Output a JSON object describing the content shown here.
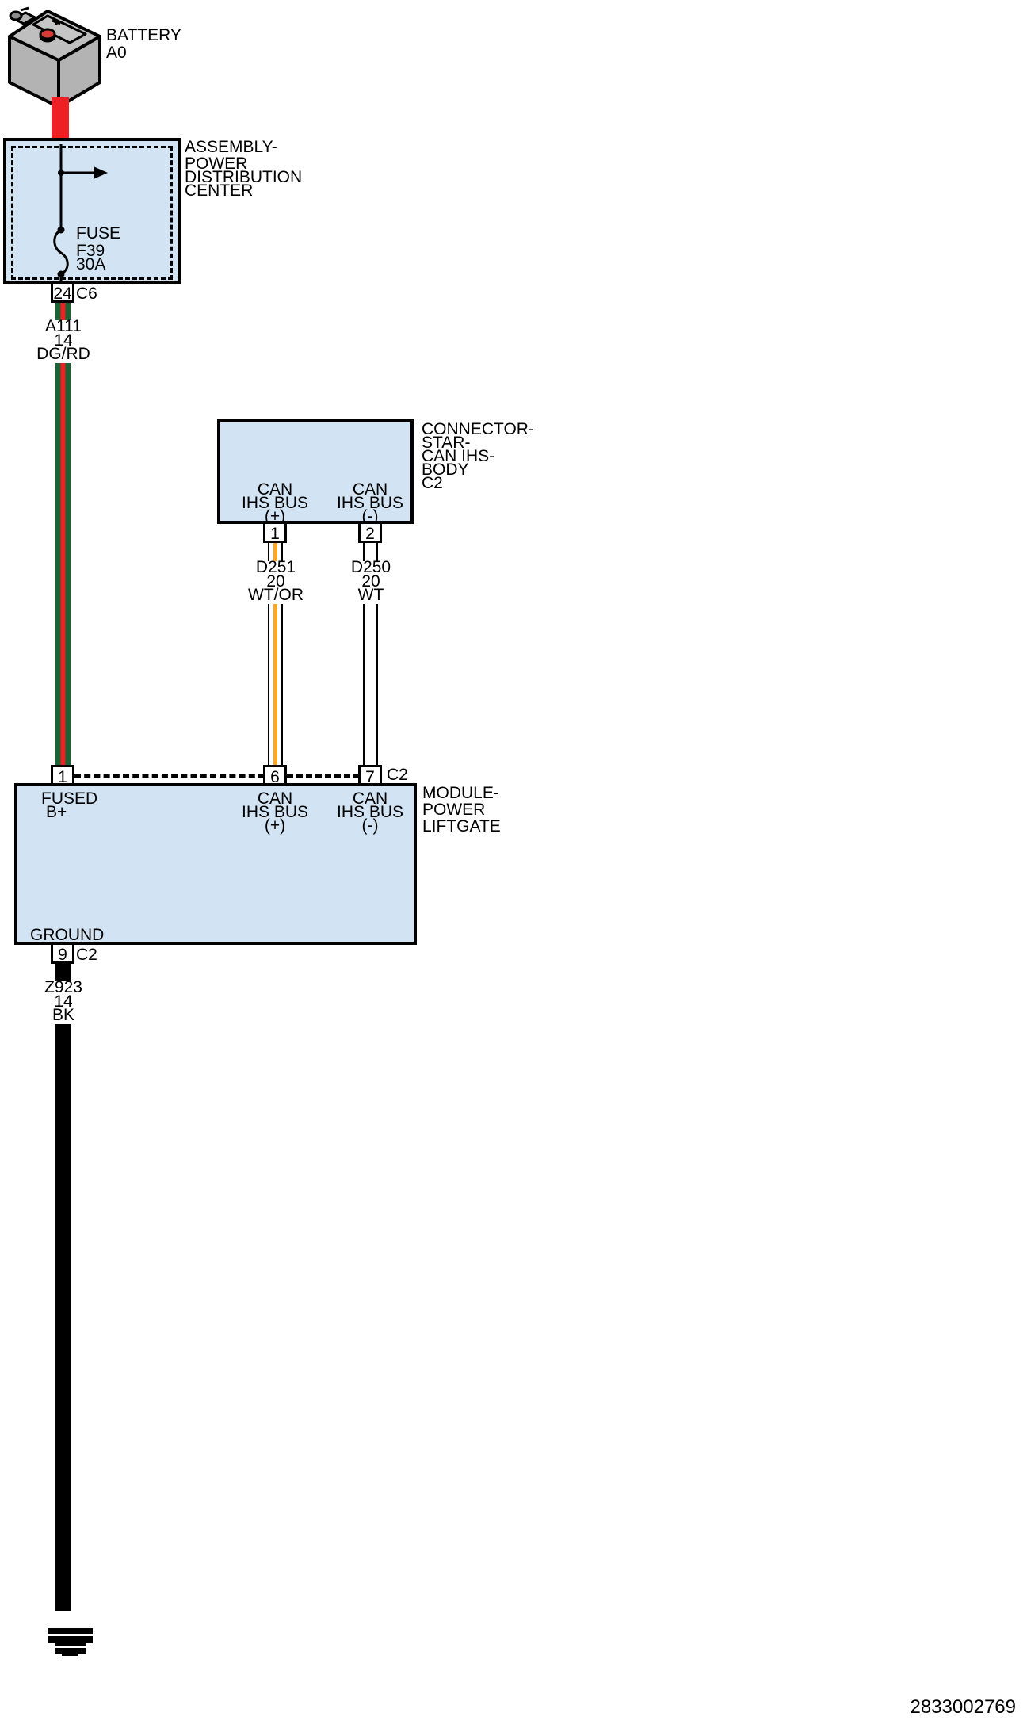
{
  "diagram": {
    "id_number": "2833002769",
    "colors": {
      "component_fill": "#d2e4f3",
      "outline": "#000000",
      "battery_body": "#b3b3b3",
      "wire_red": "#ee2024",
      "wire_dark_green": "#1a6334",
      "wire_orange": "#f9a825",
      "wire_white": "#ffffff",
      "wire_black": "#000000"
    }
  },
  "components": {
    "battery": {
      "name": "BATTERY",
      "code": "A0",
      "label_lines": [
        "BATTERY",
        "A0"
      ]
    },
    "pdc": {
      "label_lines": [
        "ASSEMBLY-",
        "POWER",
        "DISTRIBUTION",
        "CENTER"
      ],
      "fuse": {
        "line1": "FUSE",
        "line2": "F39",
        "line3": "30A"
      },
      "output_pin": {
        "number": "24",
        "connector": "C6"
      }
    },
    "star_connector": {
      "label_lines": [
        "CONNECTOR-",
        "STAR-",
        "CAN IHS-",
        "BODY",
        "C2"
      ],
      "terminals": [
        {
          "name_lines": [
            "CAN",
            "IHS BUS",
            "(+)"
          ],
          "pin": "1"
        },
        {
          "name_lines": [
            "CAN",
            "IHS BUS",
            "(-)"
          ],
          "pin": "2"
        }
      ]
    },
    "module": {
      "label_lines": [
        "MODULE-",
        "POWER",
        "LIFTGATE"
      ],
      "connector": "C2",
      "terminals": [
        {
          "name_lines": [
            "FUSED",
            "B+"
          ],
          "pin": "1"
        },
        {
          "name_lines": [
            "CAN",
            "IHS BUS",
            "(+)"
          ],
          "pin": "6"
        },
        {
          "name_lines": [
            "CAN",
            "IHS BUS",
            "(-)"
          ],
          "pin": "7"
        }
      ],
      "ground_label": "GROUND",
      "ground_pin": {
        "number": "9",
        "connector": "C2"
      }
    }
  },
  "wires": [
    {
      "id": "battery-feed",
      "circuit": "",
      "gauge": "",
      "color_code": "",
      "colors": [
        "#ee2024"
      ]
    },
    {
      "id": "A111",
      "circuit": "A111",
      "gauge": "14",
      "color_code": "DG/RD",
      "label_lines": [
        "A111",
        "14",
        "DG/RD"
      ],
      "colors": [
        "#1a6334",
        "#ee2024",
        "#1a6334"
      ]
    },
    {
      "id": "D251",
      "circuit": "D251",
      "gauge": "20",
      "color_code": "WT/OR",
      "label_lines": [
        "D251",
        "20",
        "WT/OR"
      ],
      "colors": [
        "#ffffff",
        "#f9a825",
        "#ffffff"
      ]
    },
    {
      "id": "D250",
      "circuit": "D250",
      "gauge": "20",
      "color_code": "WT",
      "label_lines": [
        "D250",
        "20",
        "WT"
      ],
      "colors": [
        "#ffffff"
      ]
    },
    {
      "id": "Z923",
      "circuit": "Z923",
      "gauge": "14",
      "color_code": "BK",
      "label_lines": [
        "Z923",
        "14",
        "BK"
      ],
      "colors": [
        "#000000"
      ]
    }
  ],
  "text": {
    "battery_l1": "BATTERY",
    "battery_l2": "A0",
    "pdc_l1": "ASSEMBLY-",
    "pdc_l2": "POWER",
    "pdc_l3": "DISTRIBUTION",
    "pdc_l4": "CENTER",
    "fuse_l1": "FUSE",
    "fuse_l2": "F39",
    "fuse_l3": "30A",
    "pdc_pin24": "24",
    "pdc_c6": "C6",
    "a111_l1": "A111",
    "a111_l2": "14",
    "a111_l3": "DG/RD",
    "star_l1": "CONNECTOR-",
    "star_l2": "STAR-",
    "star_l3": "CAN IHS-",
    "star_l4": "BODY",
    "star_l5": "C2",
    "star_t1_l1": "CAN",
    "star_t1_l2": "IHS BUS",
    "star_t1_l3": "(+)",
    "star_t2_l1": "CAN",
    "star_t2_l2": "IHS BUS",
    "star_t2_l3": "(-)",
    "star_pin1": "1",
    "star_pin2": "2",
    "d251_l1": "D251",
    "d251_l2": "20",
    "d251_l3": "WT/OR",
    "d250_l1": "D250",
    "d250_l2": "20",
    "d250_l3": "WT",
    "mod_pin1": "1",
    "mod_pin6": "6",
    "mod_pin7": "7",
    "mod_c2": "C2",
    "mod_t1_l1": "FUSED",
    "mod_t1_l2": "B+",
    "mod_t2_l1": "CAN",
    "mod_t2_l2": "IHS BUS",
    "mod_t2_l3": "(+)",
    "mod_t3_l1": "CAN",
    "mod_t3_l2": "IHS BUS",
    "mod_t3_l3": "(-)",
    "mod_l1": "MODULE-",
    "mod_l2": "POWER",
    "mod_l3": "LIFTGATE",
    "ground_label": "GROUND",
    "ground_pin9": "9",
    "ground_c2": "C2",
    "z923_l1": "Z923",
    "z923_l2": "14",
    "z923_l3": "BK",
    "id_number": "2833002769"
  }
}
